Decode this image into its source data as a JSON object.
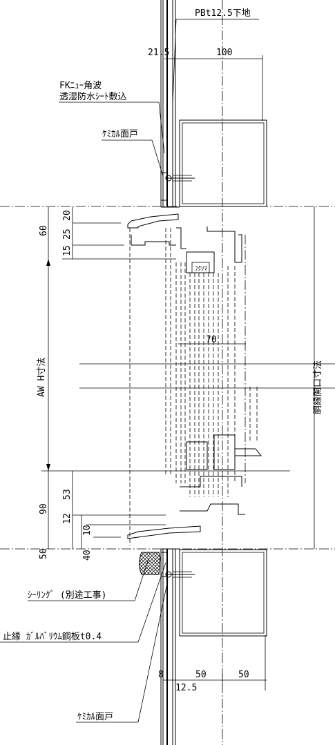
{
  "labels": {
    "pb": "PBt12.5下地",
    "fk_line1": "FKﾆｭｰ角波",
    "fk_line2": "透湿防水ｼｰﾄ敷込",
    "chemical_top": "ｹﾐｶﾙ面戸",
    "sealing": "ｼｰﾘﾝｸﾞ (別途工事)",
    "flashing": "止縁 ｶﾞﾙﾊﾞﾘｳﾑ鋼板t0.4",
    "chemical_bottom": "ｹﾐｶﾙ面戸",
    "aw": "AW H寸法",
    "opening": "胴縁開口寸法",
    "inner": "ﾌｸｿﾏ"
  },
  "dimensions": {
    "d215": "21.5",
    "d100": "100",
    "d20": "20",
    "d25": "25",
    "d60": "60",
    "d15": "15",
    "d70": "70",
    "d53": "53",
    "d90": "90",
    "d12": "12",
    "d10": "10",
    "d40": "40",
    "d50a": "50",
    "d8": "8",
    "d50b": "50",
    "d50c": "50",
    "d125": "12.5"
  }
}
